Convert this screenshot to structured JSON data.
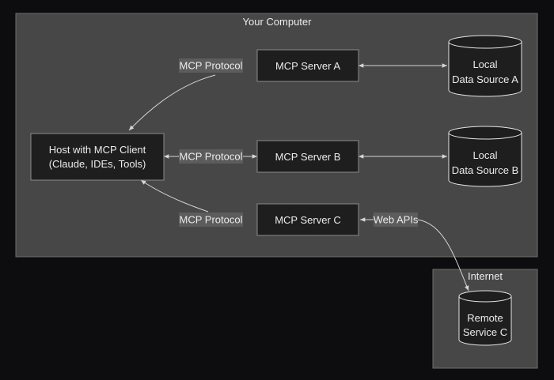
{
  "regions": {
    "your_computer": "Your Computer",
    "internet": "Internet"
  },
  "nodes": {
    "host": [
      "Host with MCP Client",
      "(Claude, IDEs, Tools)"
    ],
    "server_a": "MCP Server A",
    "server_b": "MCP Server B",
    "server_c": "MCP Server C",
    "local_a": [
      "Local",
      "Data Source A"
    ],
    "local_b": [
      "Local",
      "Data Source B"
    ],
    "remote_c": [
      "Remote",
      "Service C"
    ]
  },
  "edges": {
    "host_server_a": "MCP Protocol",
    "host_server_b": "MCP Protocol",
    "host_server_c": "MCP Protocol",
    "server_c_remote": "Web APIs"
  },
  "colors": {
    "background": "#0d0d10",
    "region_fill": "#464746",
    "node_fill": "#1d1e1d",
    "edge_stroke": "#d6d6d6",
    "text": "#ececec"
  }
}
